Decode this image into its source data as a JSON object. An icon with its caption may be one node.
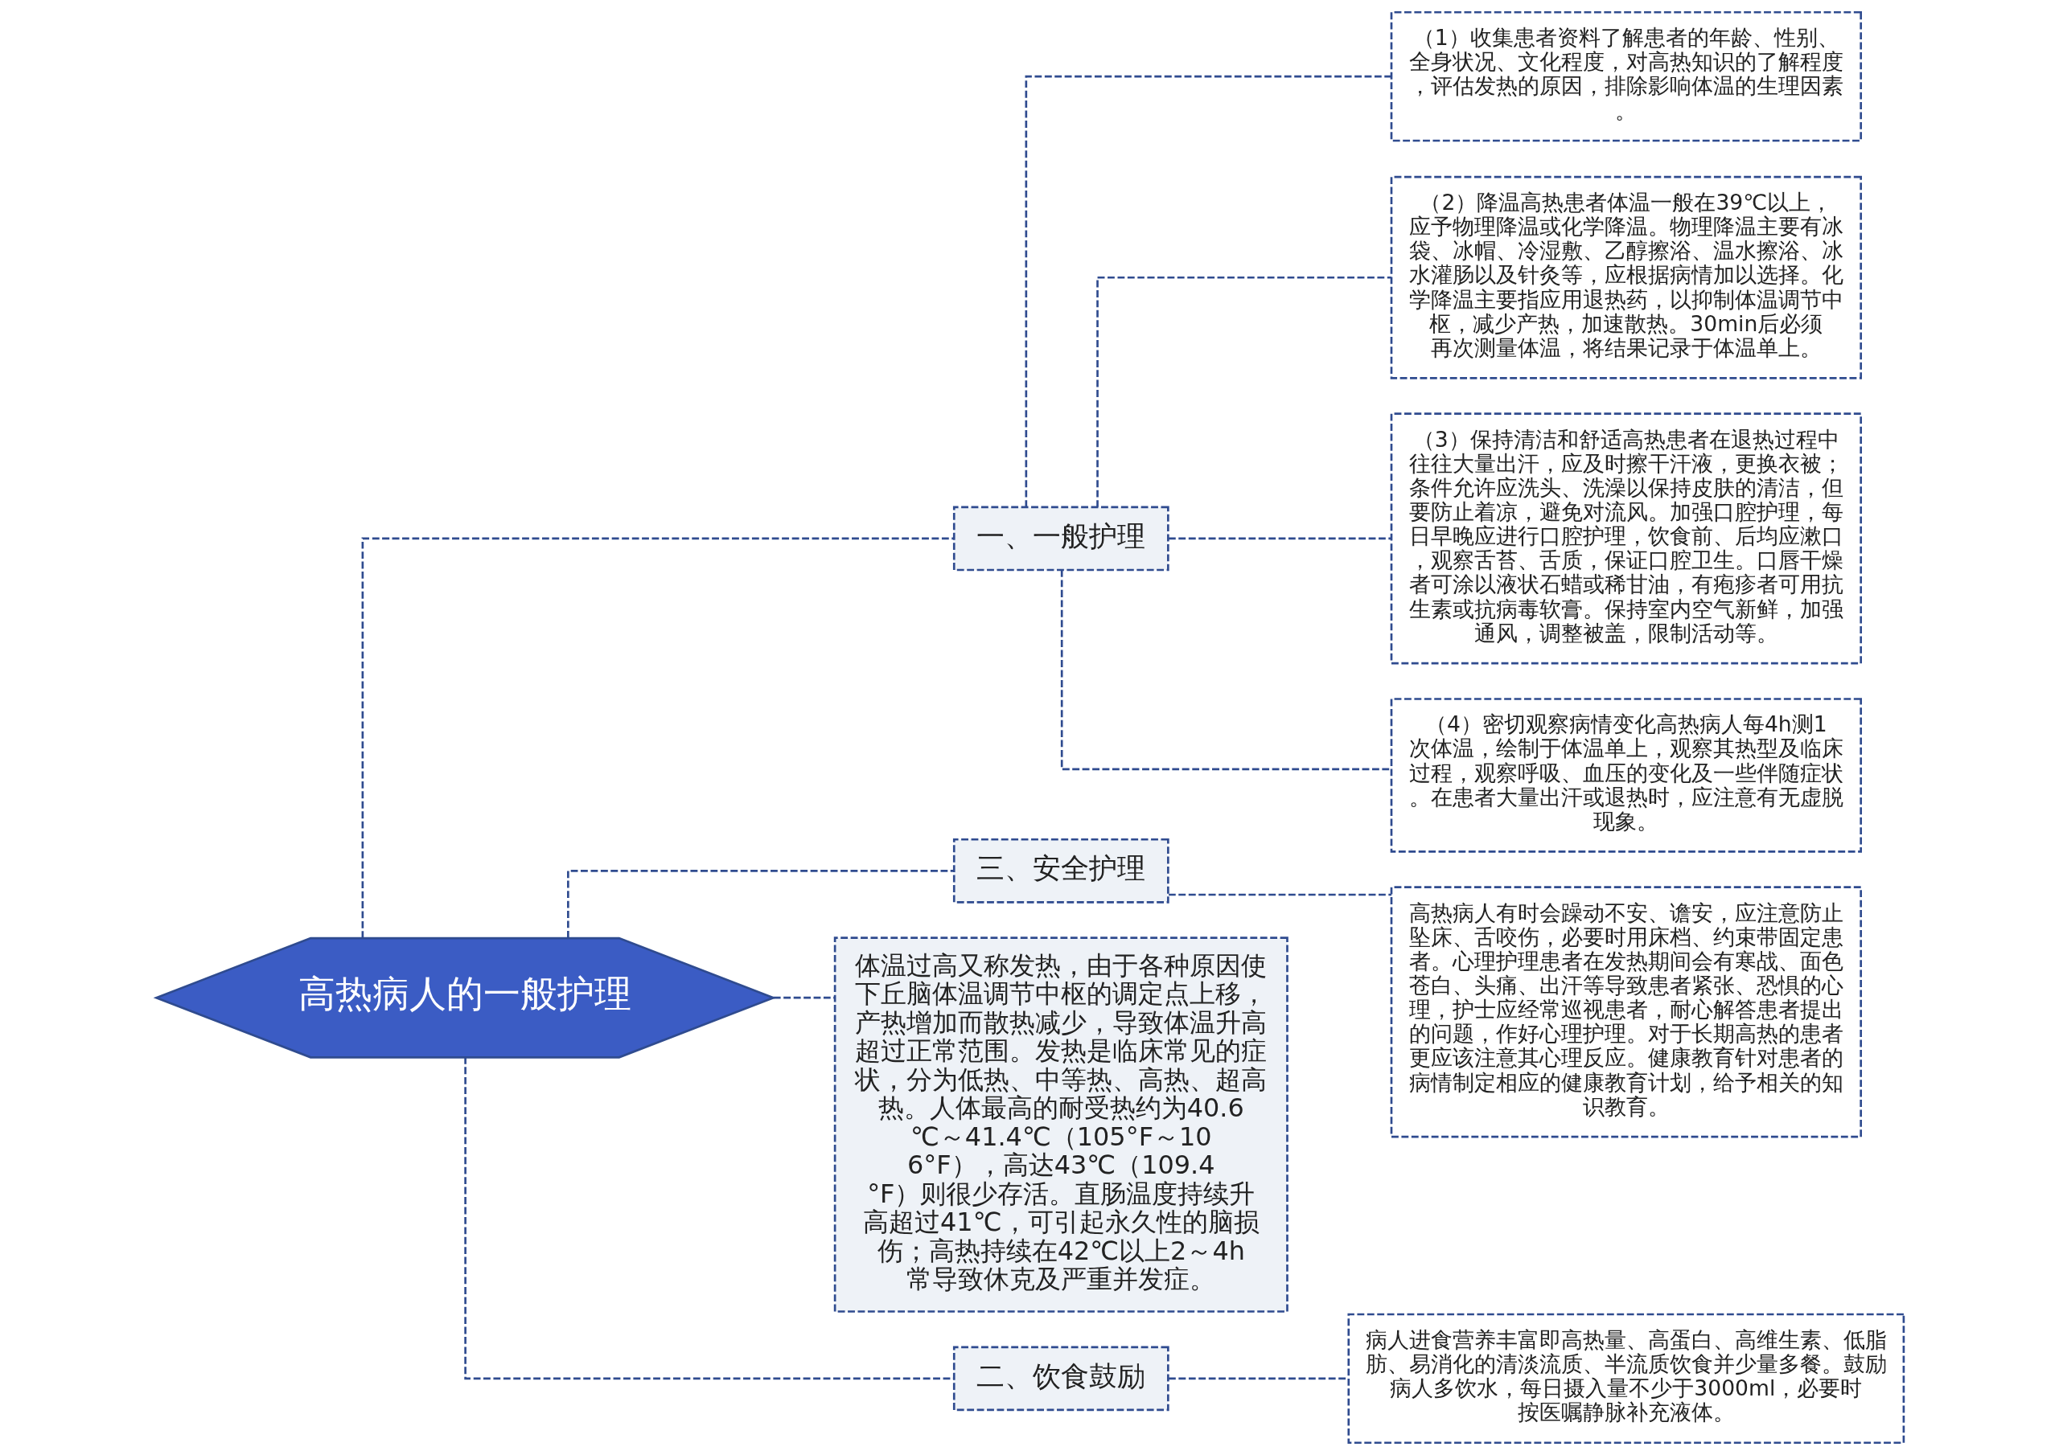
{
  "diagram": {
    "nodes": [
      {
        "text": [
          "高热病人的一般护理"
        ]
      },
      {
        "text": [
          "一、一般护理"
        ]
      },
      {
        "text": [
          "（1）收集患者资料了解患者的年龄、性别、全身状况、文化程度，对高热知识的了解程度，评估发热的原因，排除影响体温的生理因素。"
        ]
      },
      {
        "text": [
          "（2）降温高热患者体温一般在39℃以上，应予物理降温或化学降温。物理降温主要有冰袋、冰帽、冷湿敷、乙醇擦浴、温水擦浴、冰水灌肠以及针灸等，应根据病情加以选择。化学降温主要指应用退热药，以抑制体温调节中枢，减少产热，加速散热。30min后必须再次测量体温，将结果记录于体温单上。"
        ]
      },
      {
        "text": [
          "（3）保持清洁和舒适高热患者在退热过程中往往大量出汗，应及时擦干汗液，更换衣被；条件允许应洗头、洗澡以保持皮肤的清洁，但要防止着凉，避免对流风。加强口腔护理，每日早晚应进行口腔护理，饮食前、后均应漱口，观察舌苔、舌质，保证口腔卫生。口唇干燥者可涂以液状石蜡或稀甘油，有疱疹者可用抗生素或抗病毒软膏。保持室内空气新鲜，加强通风，调整被盖，限制活动等。"
        ]
      },
      {
        "text": [
          "（4）密切观察病情变化高热病人每4h测1次体温，绘制于体温单上，观察其热型及临床过程，观察呼吸、血压的变化及一些伴随症状。在患者大量出汗或退热时，应注意有无虚脱现象。"
        ]
      },
      {
        "text": [
          "三、安全护理"
        ]
      },
      {
        "text": [
          "高热病人有时会躁动不安、谵安，应注意防止坠床、舌咬伤，必要时用床档、约束带固定患者。心理护理患者在发热期间会有寒战、面色苍白、头痛、出汗等导致患者紧张、恐惧的心理，护士应经常巡视患者，耐心解答患者提出的问题，作好心理护理。对于长期高热的患者更应该注意其心理反应。健康教育针对患者的病情制定相应的健康教育计划，给予相关的知识教育。"
        ]
      },
      {
        "text": [
          "体温过高又称发热，由于各种原因使下丘脑体温调节中枢的调定点上移，产热增加而散热减少，导致体温升高超过正常范围。发热是临床常见的症状，分为低热、中等热、高热、超高热。人体最高的耐受热约为40.6℃～41.4℃（105°F～106°F），高达43℃（109.4°F）则很少存活。直肠温度持续升高超过41℃，可引起永久性的脑损伤；高热持续在42℃以上2～4h常导致休克及严重并发症。"
        ]
      },
      {
        "text": [
          "二、饮食鼓励"
        ]
      },
      {
        "text": [
          "病人进食营养丰富即高热量、高蛋白、高维生素、低脂肪、易消化的清淡流质、半流质饮食并少量多餐。鼓励病人多饮水，每日摄入量不少于3000ml，必要时按医嘱静脉补充液体。"
        ]
      }
    ],
    "edges": [
      {
        "from": 0,
        "to": 1,
        "arrow": "none",
        "style": "dashed"
      },
      {
        "from": 1,
        "to": 2,
        "arrow": "none",
        "style": "dashed"
      },
      {
        "from": 1,
        "to": 3,
        "arrow": "none",
        "style": "dashed"
      },
      {
        "from": 1,
        "to": 4,
        "arrow": "none",
        "style": "dashed"
      },
      {
        "from": 1,
        "to": 5,
        "arrow": "none",
        "style": "dashed"
      },
      {
        "from": 0,
        "to": 6,
        "arrow": "none",
        "style": "dashed"
      },
      {
        "from": 6,
        "to": 7,
        "arrow": "none",
        "style": "dashed"
      },
      {
        "from": 0,
        "to": 8,
        "arrow": "none",
        "style": "dashed"
      },
      {
        "from": 0,
        "to": 9,
        "arrow": "none",
        "style": "dashed"
      },
      {
        "from": 9,
        "to": 10,
        "arrow": "none",
        "style": "dashed"
      }
    ]
  }
}
